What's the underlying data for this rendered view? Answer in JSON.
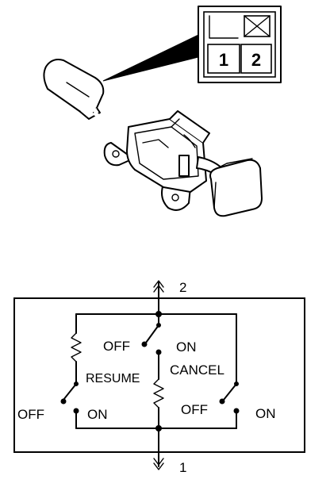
{
  "connector": {
    "pins": [
      "1",
      "2"
    ]
  },
  "schematic": {
    "terminal_top": "2",
    "terminal_bottom": "1",
    "labels": {
      "off_center": "OFF",
      "on_center": "ON",
      "resume": "RESUME",
      "cancel": "CANCEL",
      "off_left": "OFF",
      "on_left": "ON",
      "off_right": "OFF",
      "on_right": "ON"
    }
  }
}
